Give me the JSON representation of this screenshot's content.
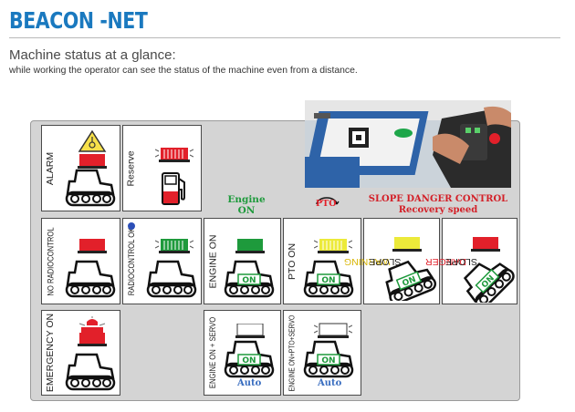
{
  "header": {
    "title": "BEACON -NET",
    "subtitle": "Machine status at a glance:",
    "description": "while working the operator can see the status of the machine even from a distance."
  },
  "headers": {
    "engine_on": "Engine\nON",
    "pto": "PTO",
    "slope_title": "SLOPE DANGER CONTROL",
    "slope_sub": "Recovery speed"
  },
  "cards": {
    "alarm": "ALARM",
    "reserve": "Reserve",
    "no_radio": "NO  RADIOCONTROL",
    "radio_ok": "RADIOCONTROL  OK",
    "engine_on": "ENGINE  ON",
    "pto_on": "PTO  ON",
    "warning_slope": {
      "prefix": "WARNING",
      "suffix": " SLOPE"
    },
    "danger_slope": {
      "prefix": "DANGER",
      "suffix": " SLOPE"
    },
    "emergency_on": "EMERGENCY ON",
    "engine_servo": "ENGINE  ON + SERVO",
    "engine_pto_servo": "ENGINE ON+PTO+SERVO"
  },
  "tags": {
    "on": "ON",
    "auto": "Auto"
  },
  "colors": {
    "title": "#1a79bf",
    "red": "#e2202a",
    "green": "#1e9a3c",
    "yellow": "#ecea3a",
    "warning_text": "#d8b400",
    "danger_text": "#e2202a",
    "slope_header": "#d32028",
    "engine_header": "#1e9a3c",
    "auto": "#3a6ec0"
  }
}
